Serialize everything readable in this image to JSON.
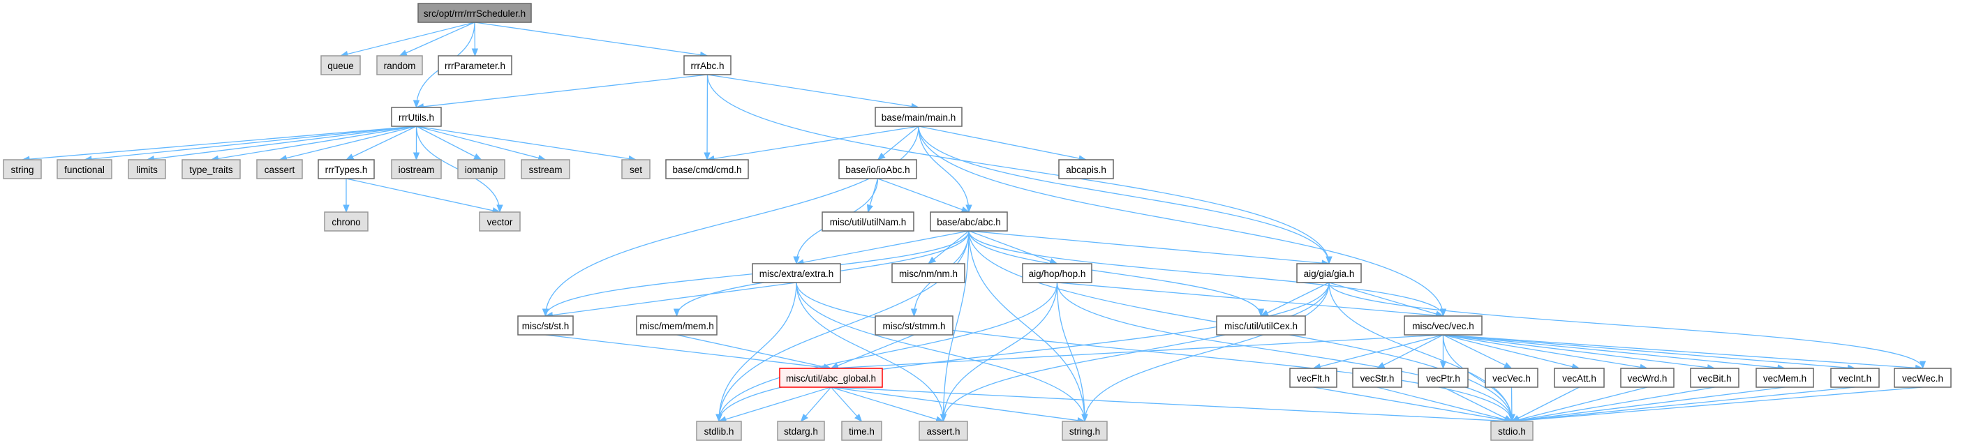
{
  "graph": {
    "title": "src/opt/rrr/rrrScheduler.h",
    "colors": {
      "edge": "#63b8ff",
      "root_fill": "#999999",
      "external_fill": "#e0e0e0",
      "highlight_border": "#ff0000"
    },
    "nodes": [
      {
        "label": "src/opt/rrr/rrrScheduler.h",
        "kind": "root"
      },
      {
        "label": "queue",
        "kind": "ext"
      },
      {
        "label": "random",
        "kind": "ext"
      },
      {
        "label": "rrrParameter.h",
        "kind": "int"
      },
      {
        "label": "rrrAbc.h",
        "kind": "int"
      },
      {
        "label": "rrrUtils.h",
        "kind": "int"
      },
      {
        "label": "base/main/main.h",
        "kind": "int"
      },
      {
        "label": "string",
        "kind": "ext"
      },
      {
        "label": "functional",
        "kind": "ext"
      },
      {
        "label": "limits",
        "kind": "ext"
      },
      {
        "label": "type_traits",
        "kind": "ext"
      },
      {
        "label": "cassert",
        "kind": "ext"
      },
      {
        "label": "rrrTypes.h",
        "kind": "int"
      },
      {
        "label": "iostream",
        "kind": "ext"
      },
      {
        "label": "iomanip",
        "kind": "ext"
      },
      {
        "label": "sstream",
        "kind": "ext"
      },
      {
        "label": "set",
        "kind": "ext"
      },
      {
        "label": "base/cmd/cmd.h",
        "kind": "int"
      },
      {
        "label": "base/io/ioAbc.h",
        "kind": "int"
      },
      {
        "label": "abcapis.h",
        "kind": "int"
      },
      {
        "label": "chrono",
        "kind": "ext"
      },
      {
        "label": "vector",
        "kind": "ext"
      },
      {
        "label": "misc/util/utilNam.h",
        "kind": "int"
      },
      {
        "label": "base/abc/abc.h",
        "kind": "int"
      },
      {
        "label": "misc/extra/extra.h",
        "kind": "int"
      },
      {
        "label": "misc/nm/nm.h",
        "kind": "int"
      },
      {
        "label": "aig/hop/hop.h",
        "kind": "int"
      },
      {
        "label": "aig/gia/gia.h",
        "kind": "int"
      },
      {
        "label": "misc/st/st.h",
        "kind": "int"
      },
      {
        "label": "misc/mem/mem.h",
        "kind": "int"
      },
      {
        "label": "misc/st/stmm.h",
        "kind": "int"
      },
      {
        "label": "misc/util/utilCex.h",
        "kind": "int"
      },
      {
        "label": "misc/vec/vec.h",
        "kind": "int"
      },
      {
        "label": "misc/util/abc_global.h",
        "kind": "hl"
      },
      {
        "label": "vecFlt.h",
        "kind": "int"
      },
      {
        "label": "vecStr.h",
        "kind": "int"
      },
      {
        "label": "vecPtr.h",
        "kind": "int"
      },
      {
        "label": "vecVec.h",
        "kind": "int"
      },
      {
        "label": "vecAtt.h",
        "kind": "int"
      },
      {
        "label": "vecWrd.h",
        "kind": "int"
      },
      {
        "label": "vecBit.h",
        "kind": "int"
      },
      {
        "label": "vecMem.h",
        "kind": "int"
      },
      {
        "label": "vecInt.h",
        "kind": "int"
      },
      {
        "label": "vecWec.h",
        "kind": "int"
      },
      {
        "label": "stdlib.h",
        "kind": "ext"
      },
      {
        "label": "stdarg.h",
        "kind": "ext"
      },
      {
        "label": "time.h",
        "kind": "ext"
      },
      {
        "label": "assert.h",
        "kind": "ext"
      },
      {
        "label": "string.h",
        "kind": "ext"
      },
      {
        "label": "stdio.h",
        "kind": "ext"
      }
    ],
    "edges": [
      [
        "src/opt/rrr/rrrScheduler.h",
        "queue"
      ],
      [
        "src/opt/rrr/rrrScheduler.h",
        "random"
      ],
      [
        "src/opt/rrr/rrrScheduler.h",
        "rrrParameter.h"
      ],
      [
        "src/opt/rrr/rrrScheduler.h",
        "rrrUtils.h"
      ],
      [
        "src/opt/rrr/rrrScheduler.h",
        "rrrAbc.h"
      ],
      [
        "rrrAbc.h",
        "rrrUtils.h"
      ],
      [
        "rrrAbc.h",
        "base/cmd/cmd.h"
      ],
      [
        "rrrAbc.h",
        "base/main/main.h"
      ],
      [
        "rrrAbc.h",
        "aig/gia/gia.h"
      ],
      [
        "rrrUtils.h",
        "string"
      ],
      [
        "rrrUtils.h",
        "functional"
      ],
      [
        "rrrUtils.h",
        "limits"
      ],
      [
        "rrrUtils.h",
        "type_traits"
      ],
      [
        "rrrUtils.h",
        "cassert"
      ],
      [
        "rrrUtils.h",
        "rrrTypes.h"
      ],
      [
        "rrrUtils.h",
        "iostream"
      ],
      [
        "rrrUtils.h",
        "iomanip"
      ],
      [
        "rrrUtils.h",
        "sstream"
      ],
      [
        "rrrUtils.h",
        "set"
      ],
      [
        "rrrUtils.h",
        "vector"
      ],
      [
        "rrrTypes.h",
        "chrono"
      ],
      [
        "rrrTypes.h",
        "vector"
      ],
      [
        "base/main/main.h",
        "base/cmd/cmd.h"
      ],
      [
        "base/main/main.h",
        "base/io/ioAbc.h"
      ],
      [
        "base/main/main.h",
        "base/abc/abc.h"
      ],
      [
        "base/main/main.h",
        "abcapis.h"
      ],
      [
        "base/main/main.h",
        "misc/st/st.h"
      ],
      [
        "base/main/main.h",
        "aig/gia/gia.h"
      ],
      [
        "base/main/main.h",
        "misc/vec/vec.h"
      ],
      [
        "base/io/ioAbc.h",
        "misc/util/utilNam.h"
      ],
      [
        "base/io/ioAbc.h",
        "base/abc/abc.h"
      ],
      [
        "base/io/ioAbc.h",
        "misc/extra/extra.h"
      ],
      [
        "base/abc/abc.h",
        "misc/extra/extra.h"
      ],
      [
        "base/abc/abc.h",
        "misc/nm/nm.h"
      ],
      [
        "base/abc/abc.h",
        "aig/hop/hop.h"
      ],
      [
        "base/abc/abc.h",
        "aig/gia/gia.h"
      ],
      [
        "base/abc/abc.h",
        "misc/st/st.h"
      ],
      [
        "base/abc/abc.h",
        "misc/mem/mem.h"
      ],
      [
        "base/abc/abc.h",
        "misc/st/stmm.h"
      ],
      [
        "base/abc/abc.h",
        "misc/util/utilCex.h"
      ],
      [
        "base/abc/abc.h",
        "misc/vec/vec.h"
      ],
      [
        "base/abc/abc.h",
        "stdlib.h"
      ],
      [
        "base/abc/abc.h",
        "assert.h"
      ],
      [
        "base/abc/abc.h",
        "string.h"
      ],
      [
        "base/abc/abc.h",
        "stdio.h"
      ],
      [
        "misc/extra/extra.h",
        "misc/st/st.h"
      ],
      [
        "misc/extra/extra.h",
        "stdlib.h"
      ],
      [
        "misc/extra/extra.h",
        "assert.h"
      ],
      [
        "misc/extra/extra.h",
        "string.h"
      ],
      [
        "misc/extra/extra.h",
        "stdio.h"
      ],
      [
        "aig/hop/hop.h",
        "misc/vec/vec.h"
      ],
      [
        "aig/hop/hop.h",
        "stdlib.h"
      ],
      [
        "aig/hop/hop.h",
        "assert.h"
      ],
      [
        "aig/hop/hop.h",
        "string.h"
      ],
      [
        "aig/hop/hop.h",
        "stdio.h"
      ],
      [
        "aig/gia/gia.h",
        "misc/util/utilCex.h"
      ],
      [
        "aig/gia/gia.h",
        "misc/vec/vec.h"
      ],
      [
        "aig/gia/gia.h",
        "vecWec.h"
      ],
      [
        "aig/gia/gia.h",
        "stdlib.h"
      ],
      [
        "aig/gia/gia.h",
        "assert.h"
      ],
      [
        "aig/gia/gia.h",
        "string.h"
      ],
      [
        "aig/gia/gia.h",
        "stdio.h"
      ],
      [
        "misc/st/st.h",
        "misc/util/abc_global.h"
      ],
      [
        "misc/mem/mem.h",
        "misc/util/abc_global.h"
      ],
      [
        "misc/st/stmm.h",
        "misc/util/abc_global.h"
      ],
      [
        "misc/vec/vec.h",
        "misc/util/abc_global.h"
      ],
      [
        "misc/vec/vec.h",
        "vecFlt.h"
      ],
      [
        "misc/vec/vec.h",
        "vecStr.h"
      ],
      [
        "misc/vec/vec.h",
        "vecPtr.h"
      ],
      [
        "misc/vec/vec.h",
        "vecVec.h"
      ],
      [
        "misc/vec/vec.h",
        "vecAtt.h"
      ],
      [
        "misc/vec/vec.h",
        "vecWrd.h"
      ],
      [
        "misc/vec/vec.h",
        "vecBit.h"
      ],
      [
        "misc/vec/vec.h",
        "vecMem.h"
      ],
      [
        "misc/vec/vec.h",
        "vecInt.h"
      ],
      [
        "misc/vec/vec.h",
        "vecWec.h"
      ],
      [
        "misc/vec/vec.h",
        "stdio.h"
      ],
      [
        "misc/util/abc_global.h",
        "stdlib.h"
      ],
      [
        "misc/util/abc_global.h",
        "stdarg.h"
      ],
      [
        "misc/util/abc_global.h",
        "time.h"
      ],
      [
        "misc/util/abc_global.h",
        "assert.h"
      ],
      [
        "misc/util/abc_global.h",
        "string.h"
      ],
      [
        "misc/util/abc_global.h",
        "stdio.h"
      ],
      [
        "vecFlt.h",
        "stdio.h"
      ],
      [
        "vecStr.h",
        "stdio.h"
      ],
      [
        "vecPtr.h",
        "stdio.h"
      ],
      [
        "vecVec.h",
        "stdio.h"
      ],
      [
        "vecAtt.h",
        "stdio.h"
      ],
      [
        "vecWrd.h",
        "stdio.h"
      ],
      [
        "vecBit.h",
        "stdio.h"
      ],
      [
        "vecMem.h",
        "stdio.h"
      ],
      [
        "vecInt.h",
        "stdio.h"
      ],
      [
        "vecWec.h",
        "stdio.h"
      ]
    ]
  }
}
